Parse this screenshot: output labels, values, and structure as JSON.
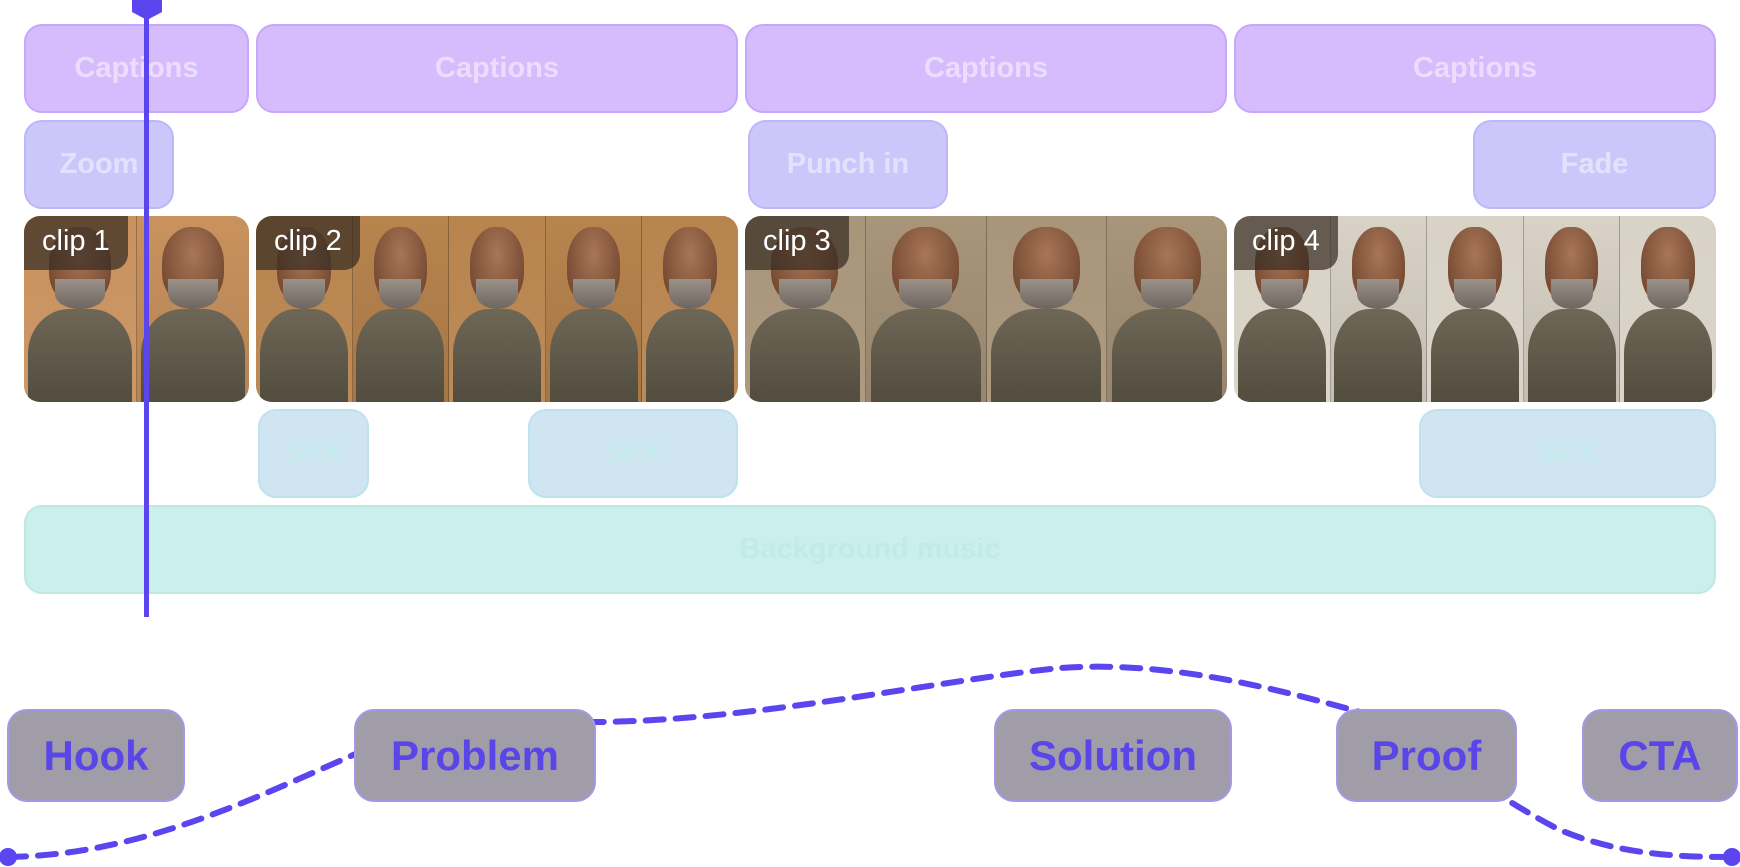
{
  "timeline": {
    "caption_tracks": [
      "Captions",
      "Captions",
      "Captions",
      "Captions"
    ],
    "effect_tracks": [
      "Zoom",
      "Punch in",
      "Fade"
    ],
    "clips": [
      {
        "label": "clip 1",
        "frames": 2,
        "tone": "#c9925e"
      },
      {
        "label": "clip 2",
        "frames": 5,
        "tone": "#b8844e"
      },
      {
        "label": "clip 3",
        "frames": 4,
        "tone": "#a8957a"
      },
      {
        "label": "clip 4",
        "frames": 5,
        "tone": "#d9d2c6"
      }
    ],
    "sfx_tracks": [
      "SFX",
      "SFX",
      "SFX"
    ],
    "music_track": "Background music"
  },
  "story_beats": [
    "Hook",
    "Problem",
    "Solution",
    "Proof",
    "CTA"
  ],
  "colors": {
    "accent": "#5b45ee",
    "captions": "#d6bcfd",
    "effects": "#ccc7fb",
    "sfx": "#cfe5f1",
    "music": "#cbefec",
    "beat_fill": "#a09da8",
    "beat_text": "#5a46e8"
  },
  "icons": [
    "playhead-icon"
  ]
}
